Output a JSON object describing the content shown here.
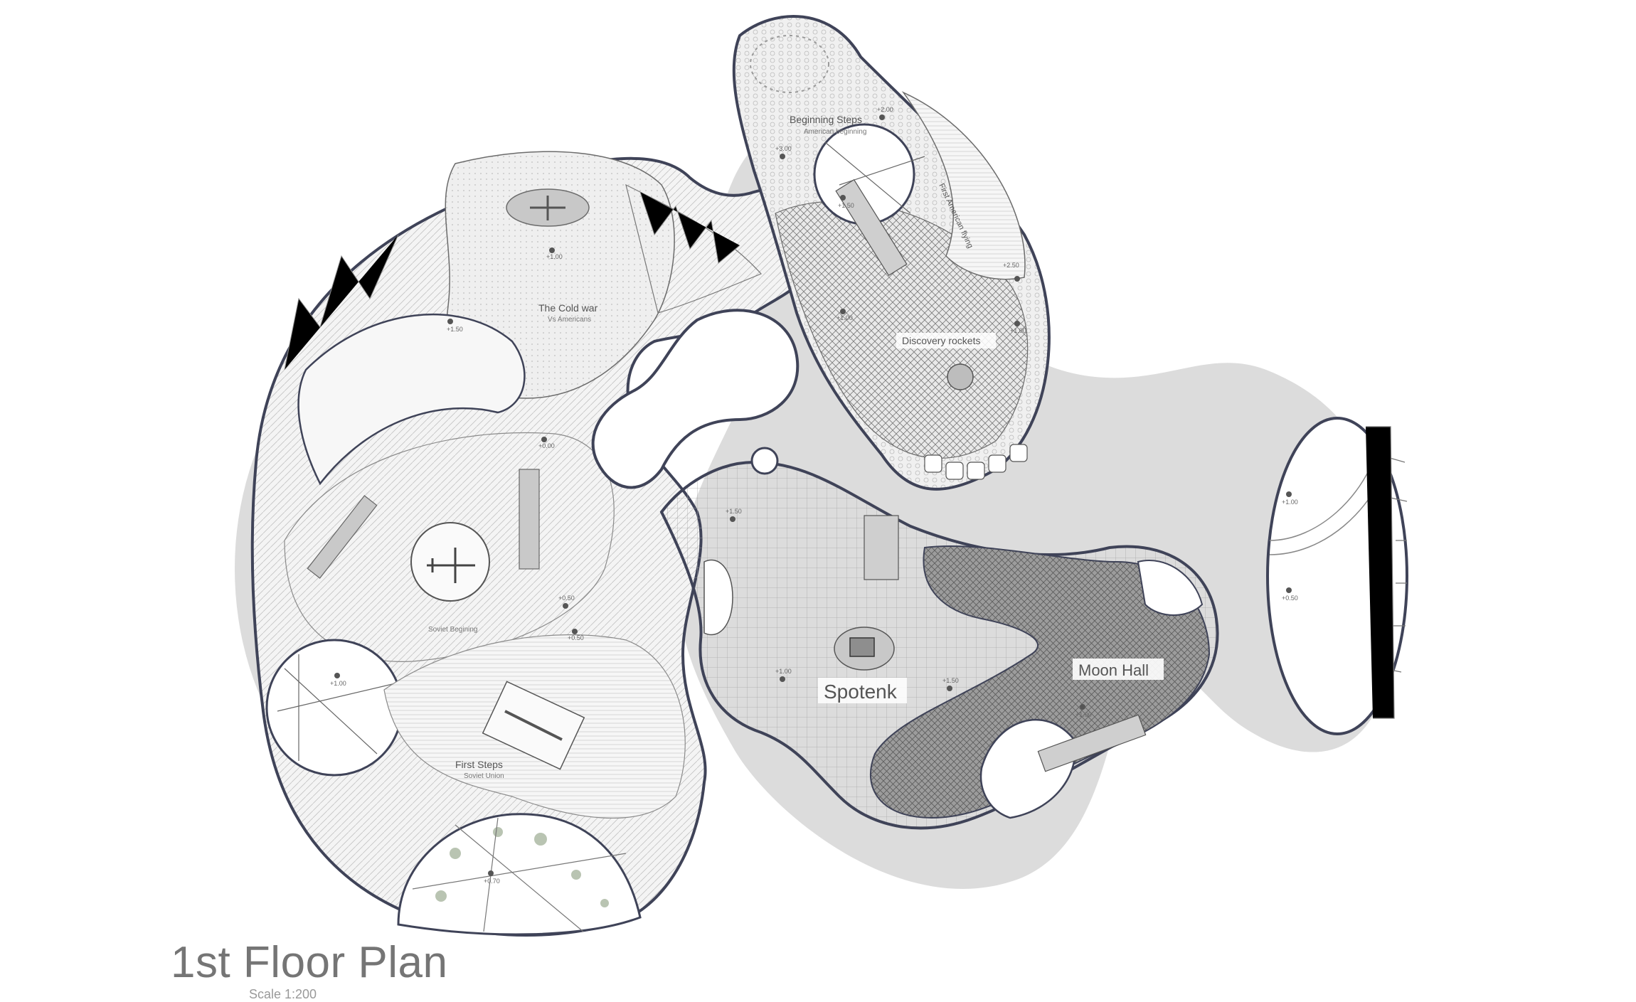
{
  "plan": {
    "title": "1st Floor Plan",
    "scale_text": "Scale 1:200",
    "colors": {
      "landscape": "#dcdcdc",
      "wall": "#3f4358",
      "floor_light": "#f2f2f2",
      "floor_dark": "#8a8a8a",
      "grid": "#9a9a9a"
    },
    "rooms": {
      "beginning_steps": {
        "label": "Beginning Steps",
        "sub": "American beginning",
        "level_a": "+2.00",
        "level_b": "+3.00",
        "level_c": "+1.50"
      },
      "first_american_flying": {
        "label": "First American flying",
        "level": "+2.50"
      },
      "discovery_rockets": {
        "label": "Discovery rockets",
        "level_a": "+1.00",
        "level_b": "+1.00"
      },
      "cold_war": {
        "label": "The Cold war",
        "sub": "Vs Americans",
        "level_a": "+1.00",
        "level_b": "+1.50"
      },
      "soviet_beginning": {
        "label": "Soviet Begining",
        "level_a": "+0.00",
        "level_b": "+0.50"
      },
      "first_steps": {
        "label": "First Steps",
        "sub": "Soviet Union",
        "level_a": "+1.00",
        "level_b": "+0.50"
      },
      "garden": {
        "level": "+0.70"
      },
      "spotenk": {
        "label": "Spotenk",
        "level_a": "+1.50",
        "level_b": "+1.00",
        "level_c": "+1.50"
      },
      "moon_hall": {
        "label": "Moon Hall",
        "level": "+1.00"
      },
      "east_pavilion": {
        "level_a": "+1.00",
        "level_b": "+0.50"
      }
    }
  }
}
